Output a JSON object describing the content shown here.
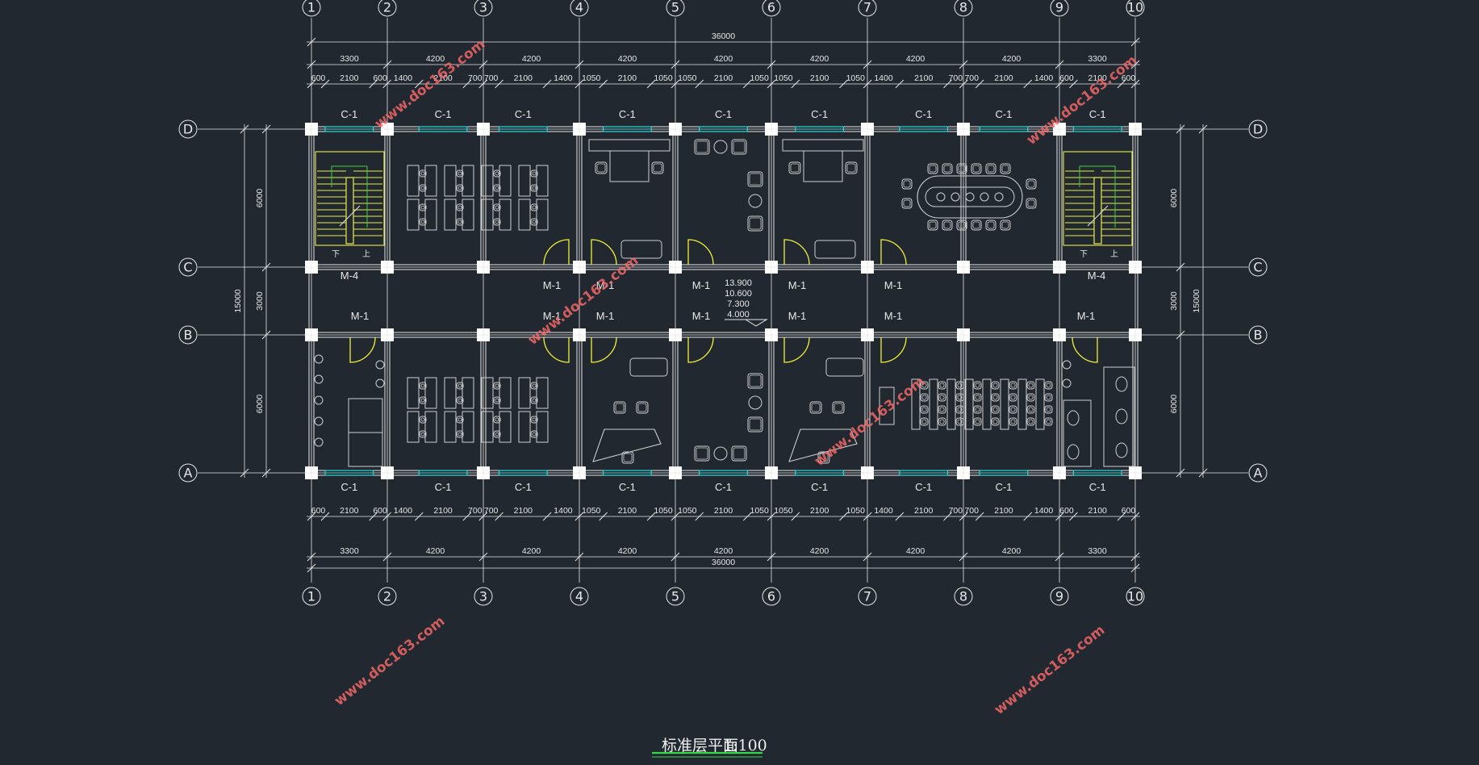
{
  "drawing": {
    "title": "标准层平面",
    "scale": "1:100"
  },
  "grid_axes": {
    "numbered": [
      "1",
      "2",
      "3",
      "4",
      "5",
      "6",
      "7",
      "8",
      "9",
      "10"
    ],
    "lettered": [
      "A",
      "B",
      "C",
      "D"
    ]
  },
  "dimensions": {
    "overall_length": "36000",
    "overall_depth": "15000",
    "bays_top": [
      "3300",
      "4200",
      "4200",
      "4200",
      "4200",
      "4200",
      "4200",
      "4200",
      "3300"
    ],
    "bays_bottom": [
      "3300",
      "4200",
      "4200",
      "4200",
      "4200",
      "4200",
      "4200",
      "4200",
      "3300"
    ],
    "window_segments_top": [
      "600",
      "2100",
      "600",
      "1400",
      "2100",
      "700",
      "700",
      "2100",
      "1400",
      "1050",
      "2100",
      "1050",
      "1050",
      "2100",
      "1050",
      "1050",
      "2100",
      "1050",
      "1400",
      "2100",
      "700",
      "700",
      "2100",
      "1400",
      "600",
      "2100",
      "600"
    ],
    "window_segments_bottom": [
      "600",
      "2100",
      "600",
      "1400",
      "2100",
      "700",
      "700",
      "2100",
      "1400",
      "1050",
      "2100",
      "1050",
      "1050",
      "2100",
      "1050",
      "1050",
      "2100",
      "1050",
      "1400",
      "2100",
      "700",
      "700",
      "2100",
      "1400",
      "600",
      "2100",
      "600"
    ],
    "depth_spans": [
      "6000",
      "3000",
      "6000"
    ]
  },
  "openings": {
    "window_code": "C-1",
    "door_code": "M-1",
    "stair_door_code": "M-4"
  },
  "stair_labels": {
    "down": "下",
    "up": "上"
  },
  "elevations": [
    "13.900",
    "10.600",
    "7.300",
    "4.000"
  ],
  "watermark": "www.doc163.com",
  "colors": {
    "background": "#212830",
    "line": "#e6e6e6",
    "door_arc": "#f2ef3a",
    "window": "#33d6d6",
    "stair": "#ecec4a",
    "stair_green": "#40d040",
    "furniture": "#cfcfcf",
    "watermark": "#ff6a6a",
    "title_underline": "#3ad64a"
  }
}
